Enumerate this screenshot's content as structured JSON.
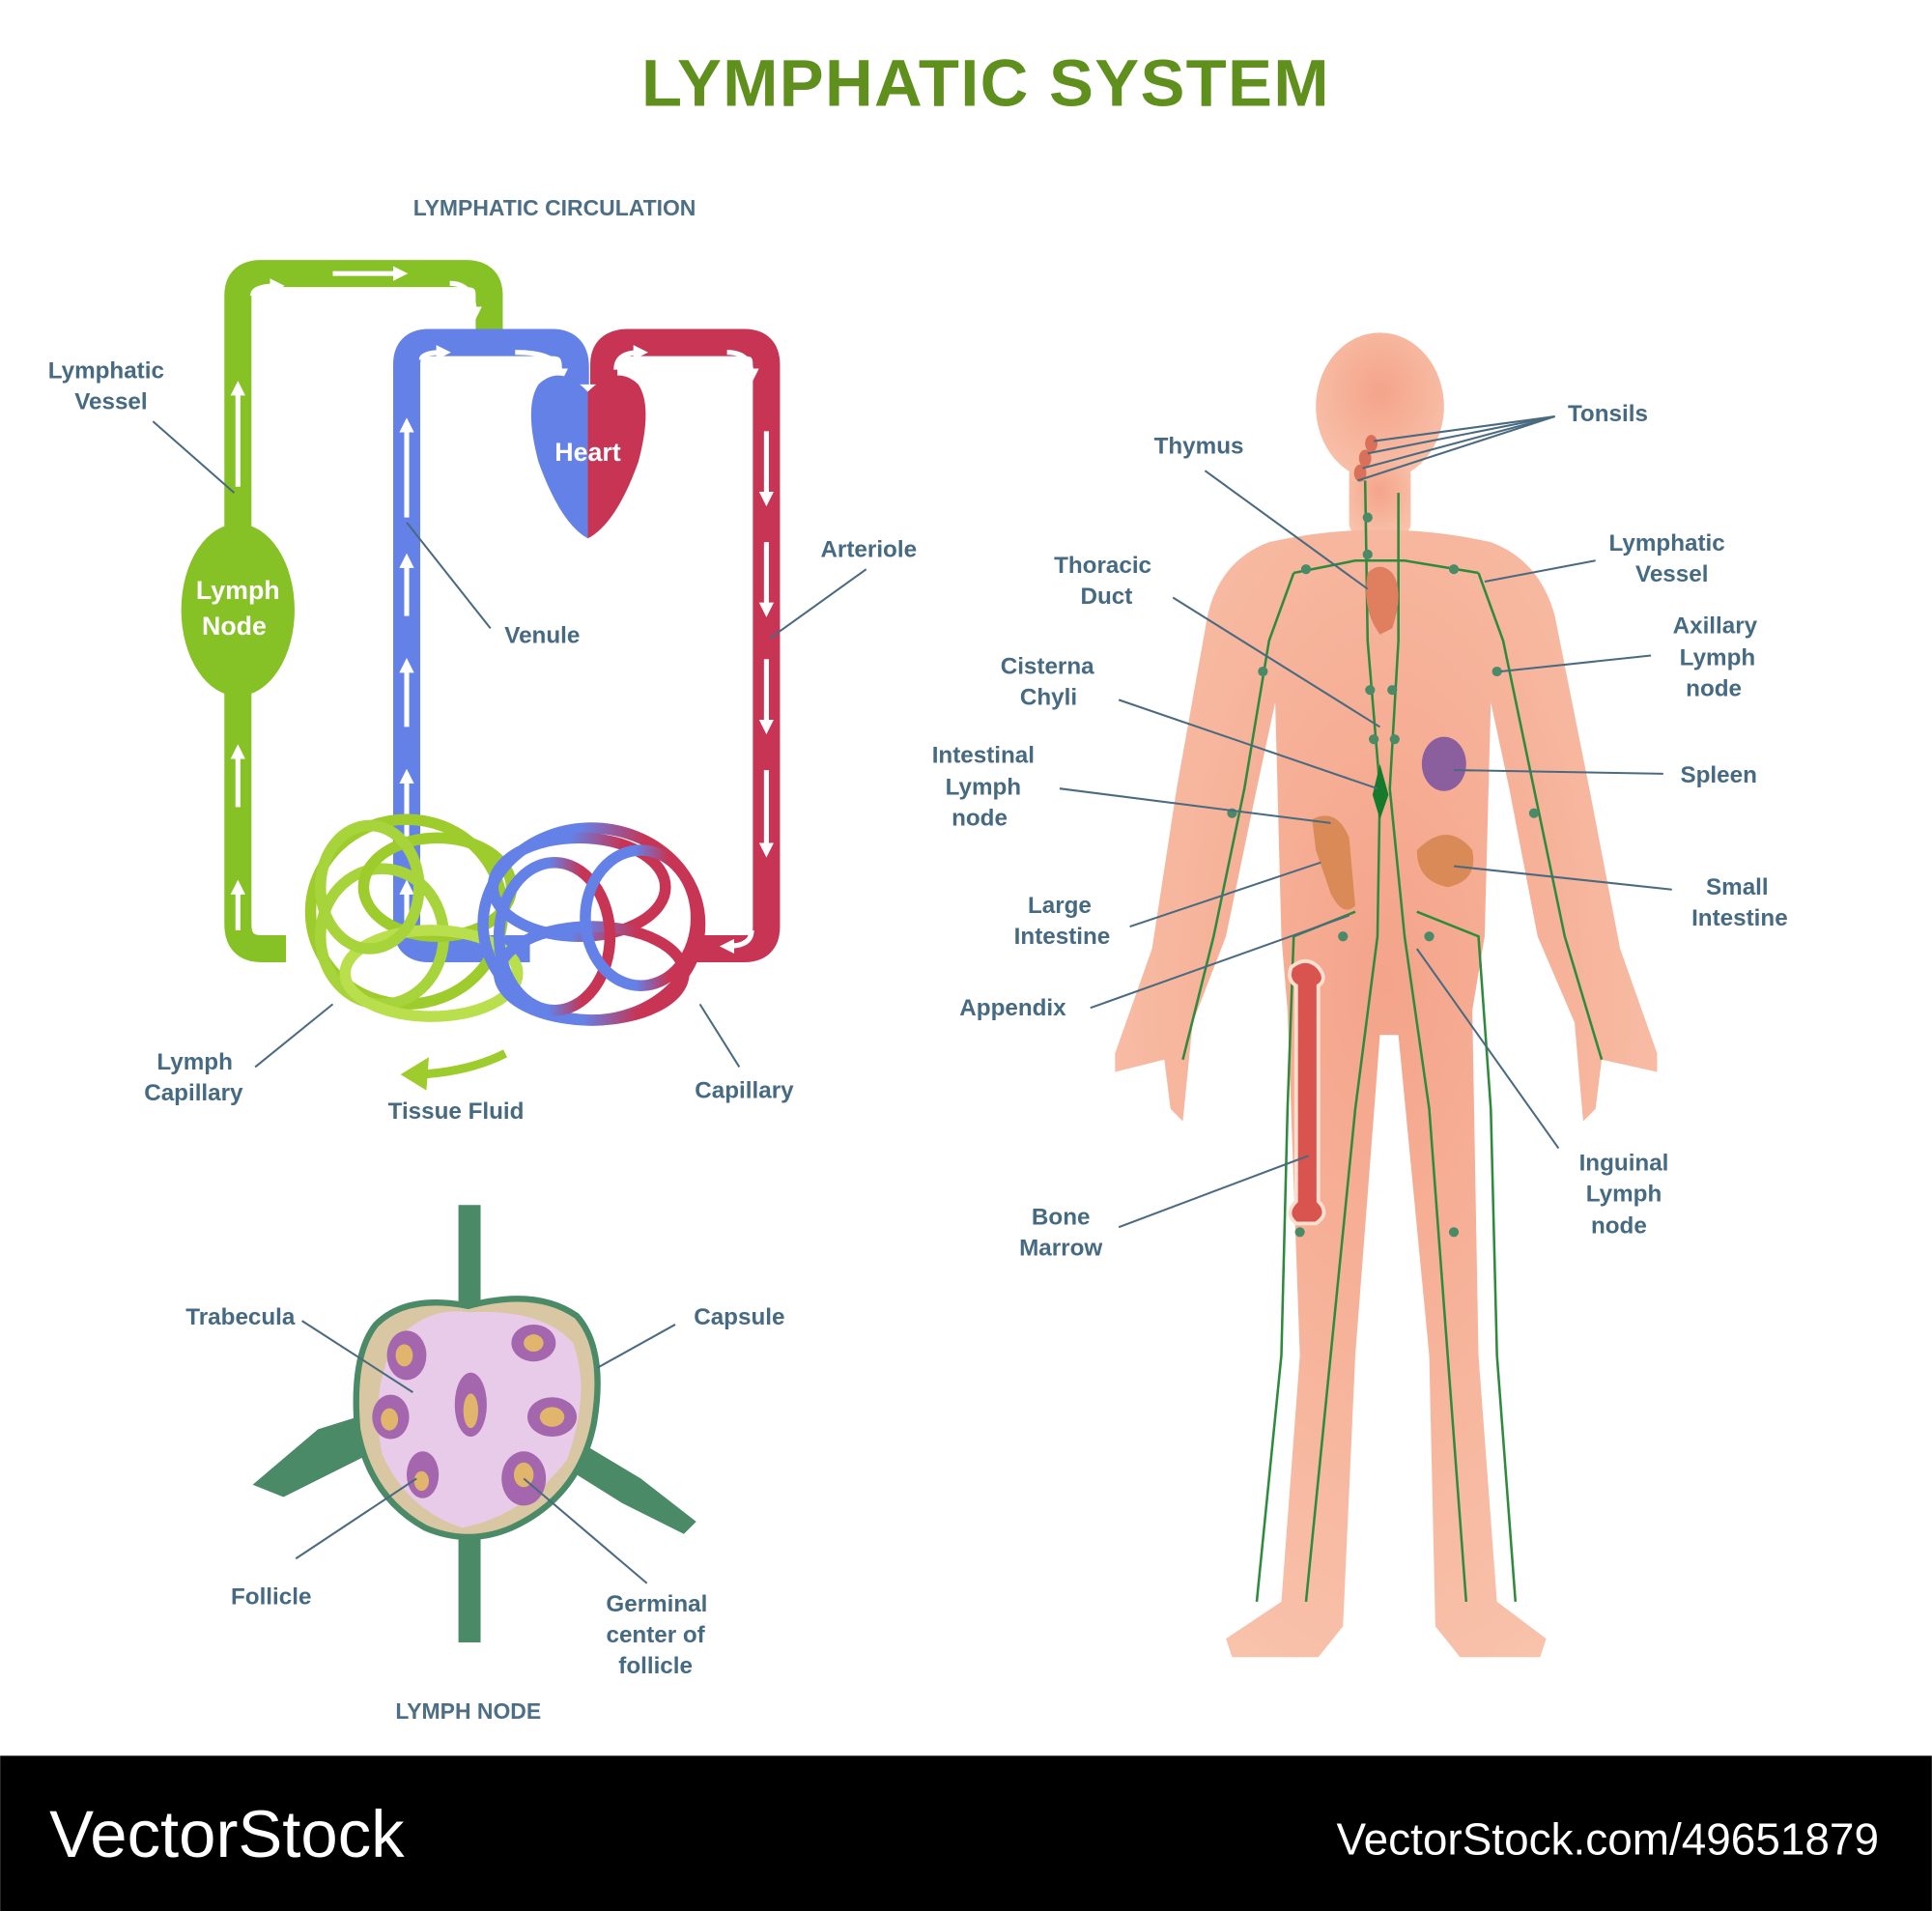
{
  "title": "LYMPHATIC SYSTEM",
  "colors": {
    "title": "#5f8f1c",
    "label": "#456a82",
    "lymph_green": "#86c226",
    "vein_blue": "#6481e8",
    "artery_red": "#c73454",
    "skin": "#f7b9a0",
    "vessel_green": "#2e8b3e",
    "node_green": "#4a8a66",
    "footer_bg": "#000000"
  },
  "circulation": {
    "heading": "LYMPHATIC CIRCULATION",
    "inner": {
      "heart": "Heart",
      "lymph_node_1": "Lymph",
      "lymph_node_2": "Node"
    },
    "labels": {
      "lymphatic_vessel_1": "Lymphatic",
      "lymphatic_vessel_2": "Vessel",
      "venule": "Venule",
      "arteriole": "Arteriole",
      "lymph_capillary_1": "Lymph",
      "lymph_capillary_2": "Capillary",
      "tissue_fluid": "Tissue Fluid",
      "capillary": "Capillary"
    }
  },
  "lymph_node": {
    "heading": "LYMPH NODE",
    "labels": {
      "trabecula": "Trabecula",
      "capsule": "Capsule",
      "follicle": "Follicle",
      "germinal_1": "Germinal",
      "germinal_2": "center of",
      "germinal_3": "follicle"
    }
  },
  "body": {
    "labels": {
      "tonsils": "Tonsils",
      "thymus": "Thymus",
      "thoracic_1": "Thoracic",
      "thoracic_2": "Duct",
      "lymphatic_vessel_1": "Lymphatic",
      "lymphatic_vessel_2": "Vessel",
      "axillary_1": "Axillary",
      "axillary_2": "Lymph",
      "axillary_3": "node",
      "cisterna_1": "Cisterna",
      "cisterna_2": "Chyli",
      "intestinal_1": "Intestinal",
      "intestinal_2": "Lymph",
      "intestinal_3": "node",
      "spleen": "Spleen",
      "large_1": "Large",
      "large_2": "Intestine",
      "small_1": "Small",
      "small_2": "Intestine",
      "appendix": "Appendix",
      "inguinal_1": "Inguinal",
      "inguinal_2": "Lymph",
      "inguinal_3": "node",
      "bone_1": "Bone",
      "bone_2": "Marrow"
    }
  },
  "footer": {
    "brand": "VectorStock",
    "url": "VectorStock.com/49651879"
  }
}
